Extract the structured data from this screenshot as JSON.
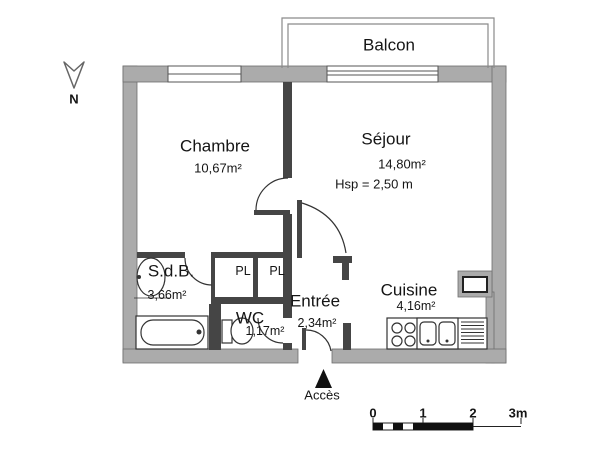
{
  "colors": {
    "outer_wall": "#ababab",
    "partition_wall": "#454545",
    "line": "#333333",
    "background": "#ffffff"
  },
  "compass": {
    "label": "N"
  },
  "balcony": {
    "label": "Balcon"
  },
  "rooms": {
    "chambre": {
      "name": "Chambre",
      "area": "10,67m²"
    },
    "sejour": {
      "name": "Séjour",
      "area": "14,80m²",
      "ceiling": "Hsp = 2,50 m"
    },
    "sdb": {
      "name": "S.d.B.",
      "area": "3,66m²"
    },
    "wc": {
      "name": "WC",
      "area": "1,17m²"
    },
    "entree": {
      "name": "Entrée",
      "area": "2,34m²"
    },
    "cuisine": {
      "name": "Cuisine",
      "area": "4,16m²"
    }
  },
  "closets": {
    "left": "PL",
    "right": "PL"
  },
  "access": {
    "label": "Accès"
  },
  "scale_bar": {
    "ticks": [
      "0",
      "1",
      "2",
      "3m"
    ]
  }
}
